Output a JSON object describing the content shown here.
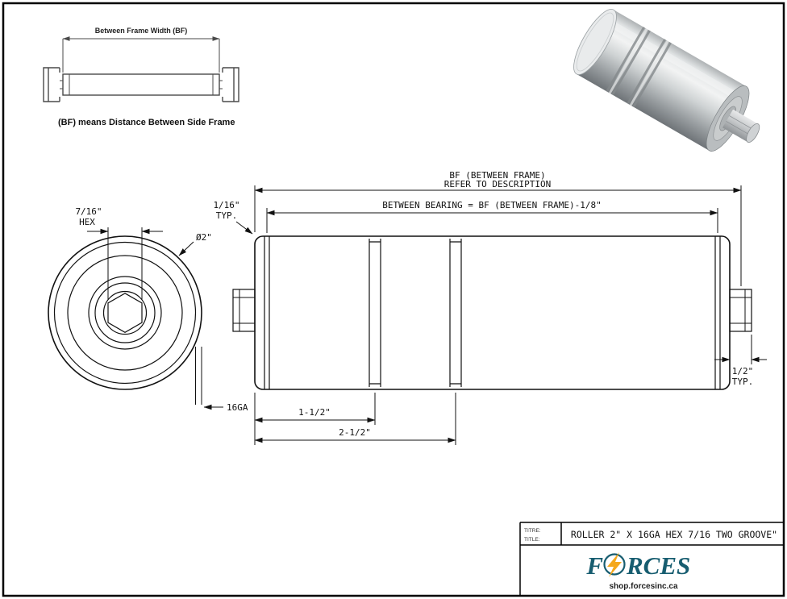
{
  "inset": {
    "dim_label": "Between Frame Width (BF)",
    "caption": "(BF) means Distance Between Side Frame"
  },
  "front_view": {
    "hex_size": "7/16\"",
    "hex_word": "HEX",
    "diameter": "Ø2\"",
    "gauge": "16GA"
  },
  "side_view": {
    "bf_line1": "BF (BETWEEN FRAME)",
    "bf_line2": "REFER TO DESCRIPTION",
    "between_bearing": "BETWEEN BEARING = BF (BETWEEN FRAME)-1/8\"",
    "typ_gap_value": "1/16\"",
    "typ_gap_word": "TYP.",
    "groove1_dim": "1-1/2\"",
    "groove2_dim": "2-1/2\"",
    "shaft_len_value": "1/2\"",
    "shaft_len_word": "TYP."
  },
  "title_block": {
    "label_titre": "TITRE:",
    "label_title": "TITLE:",
    "title": "ROLLER 2\" X 16GA HEX 7/16 TWO GROOVE\"",
    "brand_prefix": "F",
    "brand_suffix": "RCES",
    "website": "shop.forcesinc.ca",
    "brand_color": "#175d70",
    "bolt_color": "#f5a81c"
  },
  "icons": {
    "brand_bolt": "lightning-bolt"
  },
  "colors": {
    "line": "#111111",
    "background": "#ffffff"
  }
}
